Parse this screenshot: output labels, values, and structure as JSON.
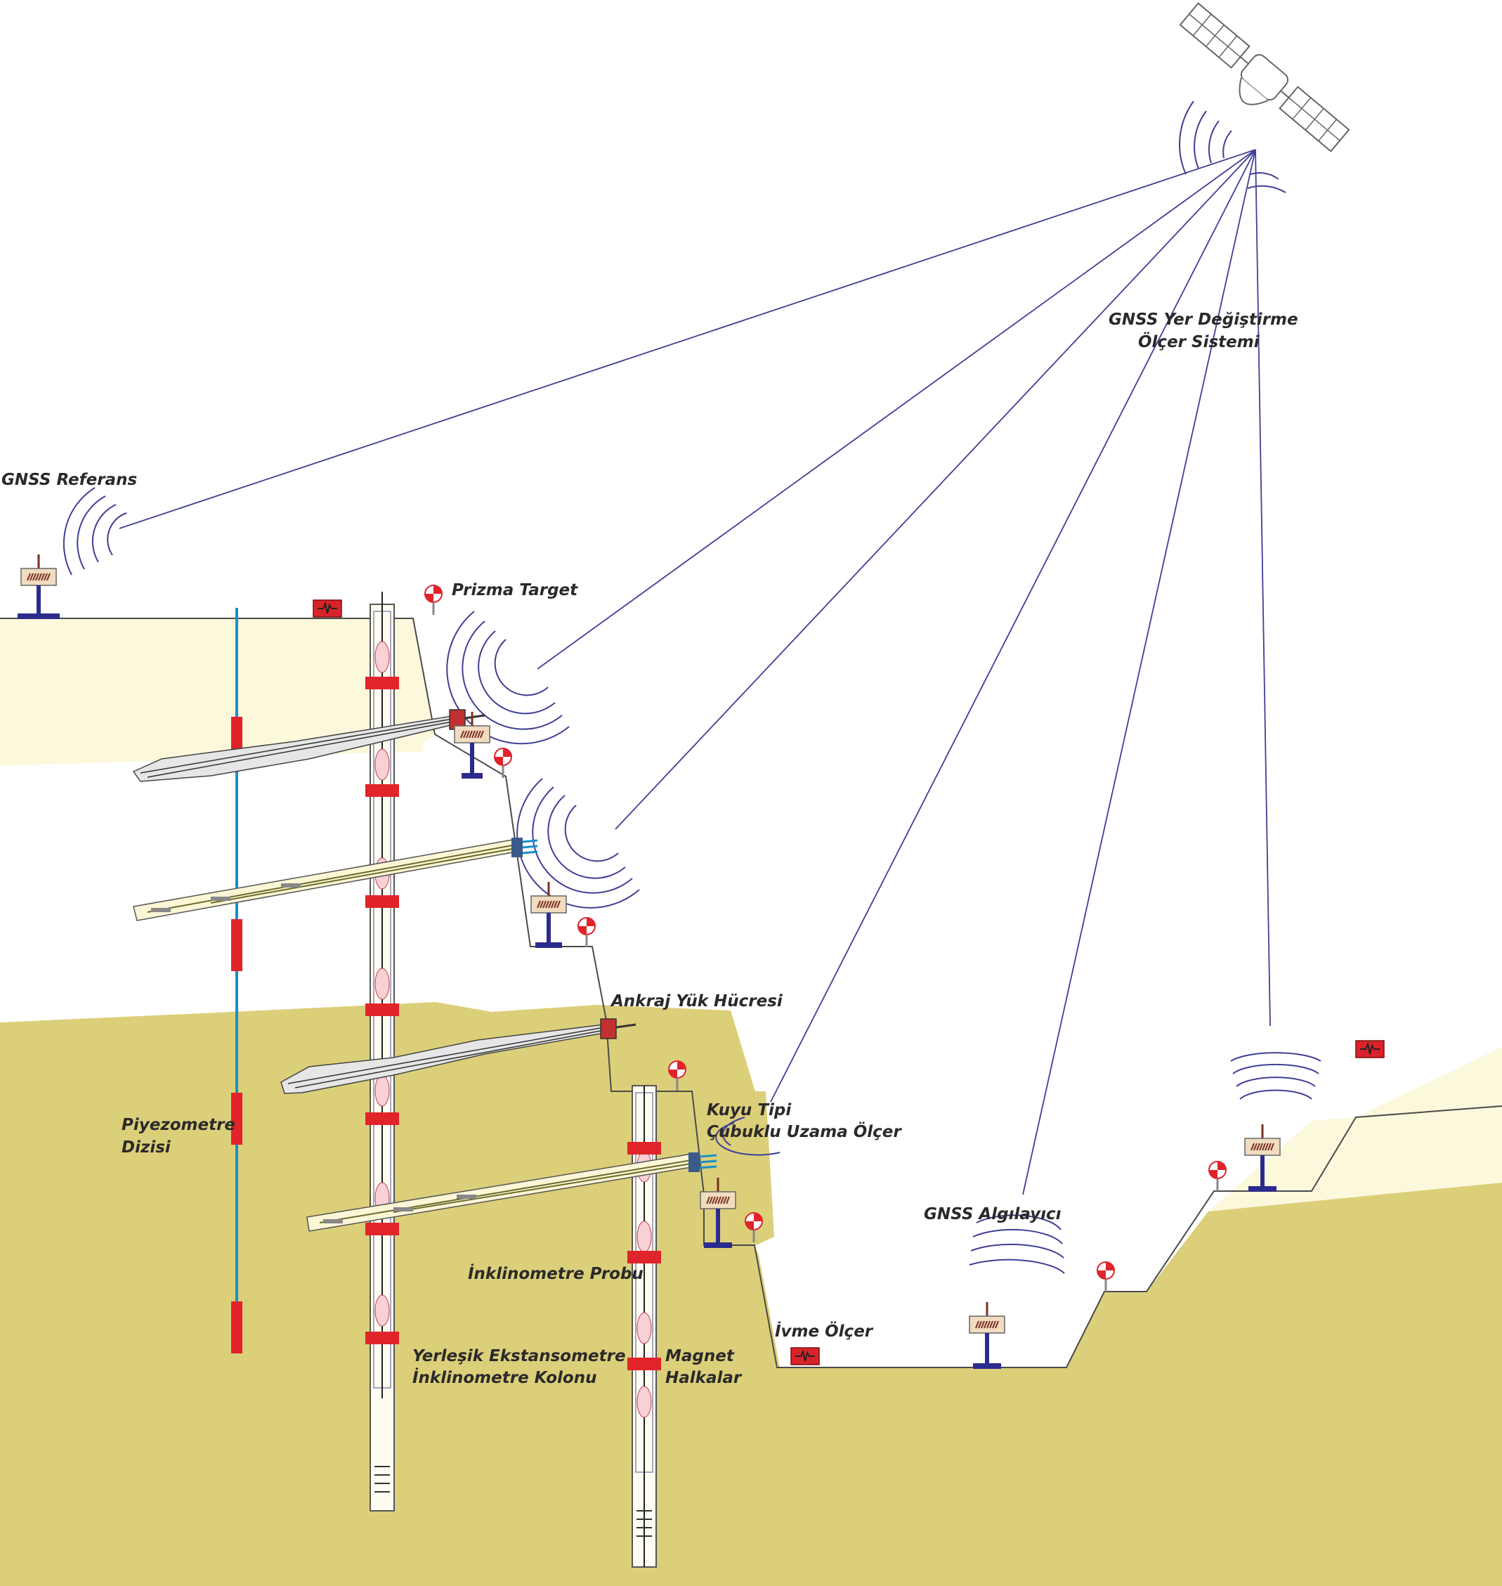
{
  "labels": {
    "gnss_referans": "GNSS Referans",
    "gnss_system_line1": "GNSS Yer Değiştirme",
    "gnss_system_line2": "Ölçer Sistemi",
    "prizma_target": "Prizma Target",
    "ankraj": "Ankraj Yük Hücresi",
    "piyezometre_line1": "Piyezometre",
    "piyezometre_line2": "Dizisi",
    "kuyu_line1": "Kuyu Tipi",
    "kuyu_line2": "Çubuklu Uzama Ölçer",
    "gnss_algilayici": "GNSS Algılayıcı",
    "inklinometre_probu": "İnklinometre Probu",
    "ivme_olcer": "İvme Ölçer",
    "yerlesik_line1": "Yerleşik Ekstansometre",
    "yerlesik_line2": "İnklinometre Kolonu",
    "magnet_line1": "Magnet",
    "magnet_line2": "Halkalar"
  },
  "colors": {
    "upper_soil": "#fbf8dc",
    "lower_soil": "#dccf7a",
    "signal": "#3f3f96",
    "marker": "#e0242a",
    "pipe": "#1a8fc8",
    "mount": "#2b2b8e"
  },
  "icons": [
    "satellite-icon",
    "gnss-receiver-icon",
    "prism-target-icon",
    "accelerometer-icon"
  ]
}
